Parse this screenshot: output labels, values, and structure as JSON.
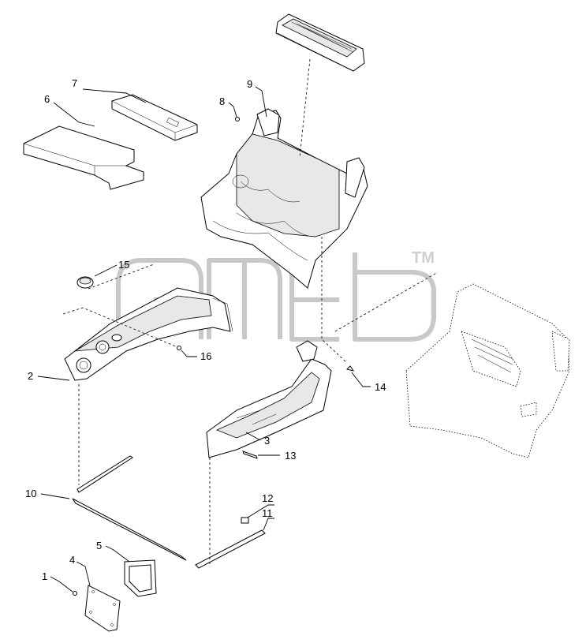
{
  "callouts": {
    "c1": "1",
    "c2": "2",
    "c3": "3",
    "c4": "4",
    "c5": "5",
    "c6": "6",
    "c7": "7",
    "c8": "8",
    "c9": "9",
    "c10": "10",
    "c11": "11",
    "c12": "12",
    "c13": "13",
    "c14": "14",
    "c15": "15",
    "c16": "16"
  },
  "watermark": {
    "trademark": "TM"
  }
}
